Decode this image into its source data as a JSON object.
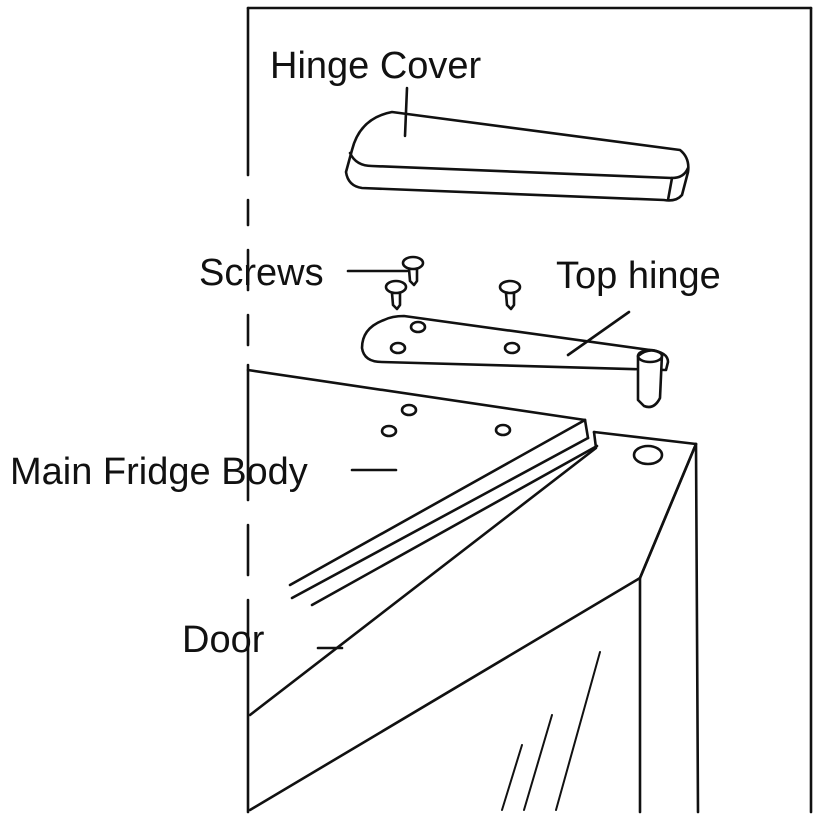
{
  "labels": {
    "hinge_cover": "Hinge Cover",
    "screws": "Screws",
    "top_hinge": "Top hinge",
    "main_fridge_body": "Main Fridge Body",
    "door": "Door"
  },
  "colors": {
    "ink": "#111111",
    "background": "#ffffff"
  }
}
